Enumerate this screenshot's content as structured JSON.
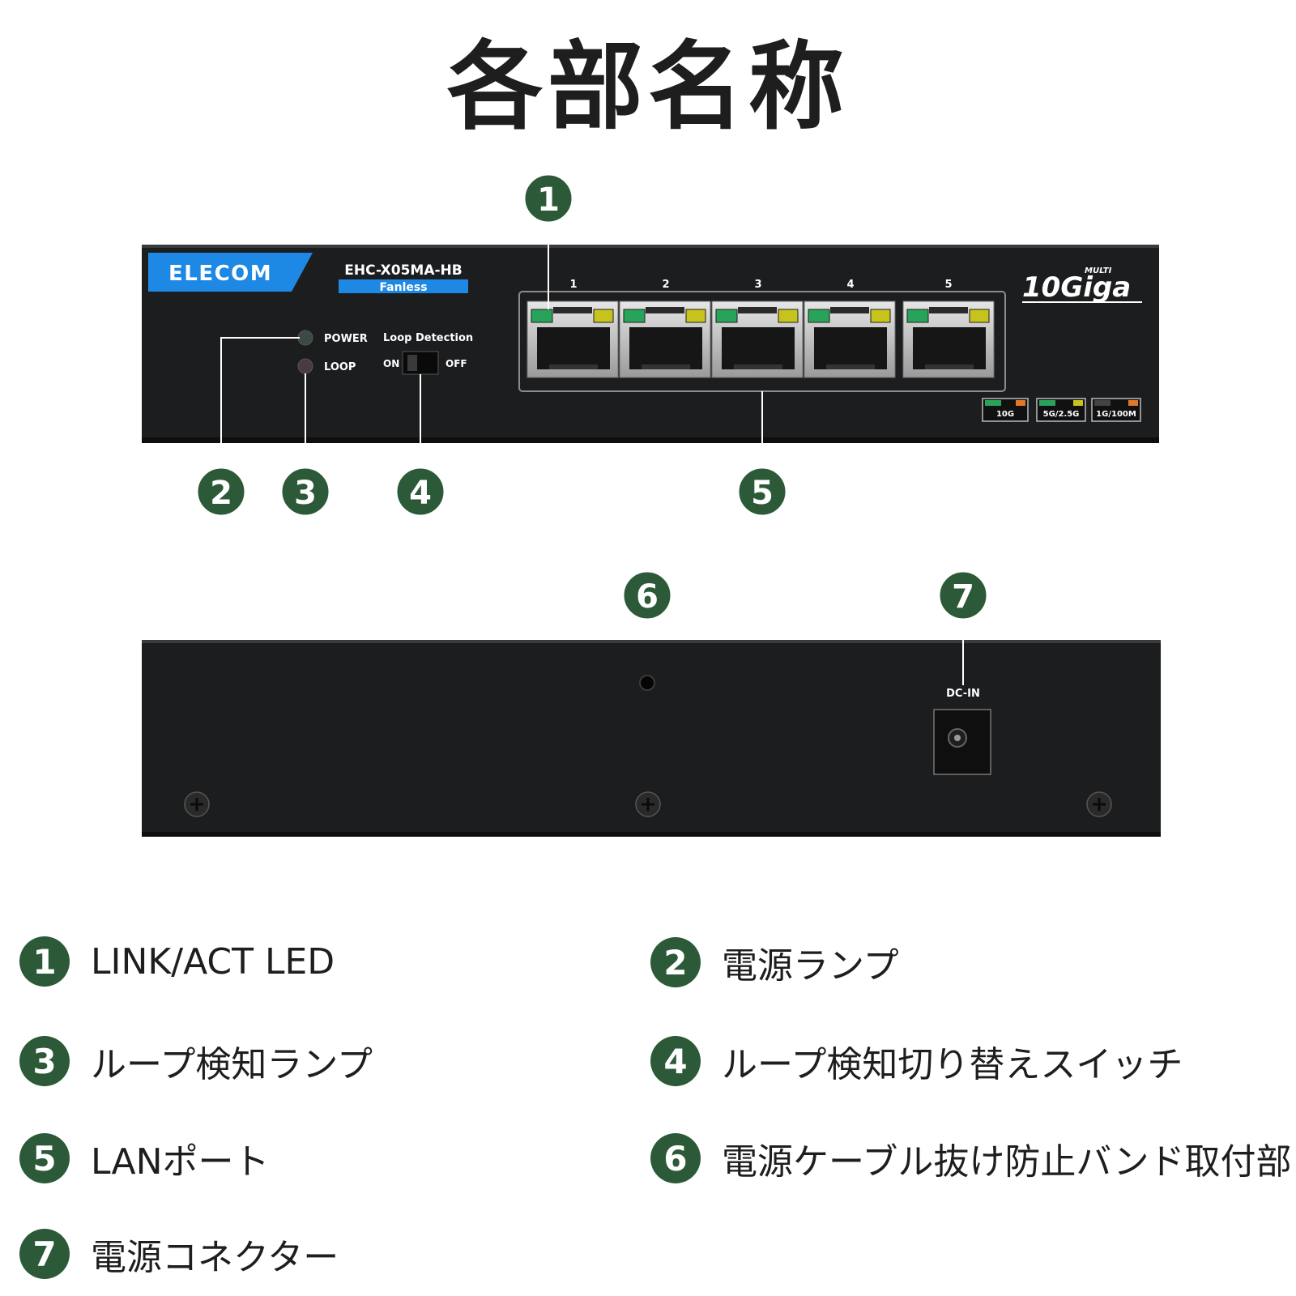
{
  "title": "各部名称",
  "colors": {
    "badge": "#2c5a38",
    "device": "#1c1d1f",
    "brand_blue": "#1e88e5"
  },
  "front": {
    "brand": "ELECOM",
    "model": "EHC-X05MA-HB",
    "model_sub": "Fanless",
    "leds": [
      {
        "label": "POWER"
      },
      {
        "label": "LOOP"
      }
    ],
    "switch": {
      "title": "Loop Detection",
      "on": "ON",
      "off": "OFF"
    },
    "ports": [
      "1",
      "2",
      "3",
      "4",
      "5"
    ],
    "logo": {
      "main": "10Giga",
      "super": "MULTI"
    },
    "speed_legend": [
      "10G",
      "5G/2.5G",
      "1G/100M"
    ]
  },
  "rear": {
    "dc_label": "DC-IN"
  },
  "callouts": [
    "1",
    "2",
    "3",
    "4",
    "5",
    "6",
    "7"
  ],
  "legend": [
    {
      "num": "1",
      "text": "LINK/ACT LED"
    },
    {
      "num": "2",
      "text": "電源ランプ"
    },
    {
      "num": "3",
      "text": "ループ検知ランプ"
    },
    {
      "num": "4",
      "text": "ループ検知切り替えスイッチ"
    },
    {
      "num": "5",
      "text": "LANポート"
    },
    {
      "num": "6",
      "text": "電源ケーブル抜け防止バンド取付部"
    },
    {
      "num": "7",
      "text": "電源コネクター"
    }
  ]
}
